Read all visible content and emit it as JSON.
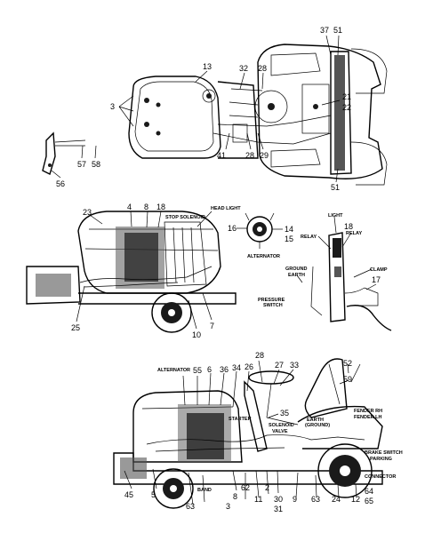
{
  "top_view": {
    "callouts": [
      "37",
      "51",
      "13",
      "32",
      "28",
      "3",
      "21",
      "22",
      "41",
      "28",
      "29",
      "51",
      "57",
      "58",
      "56"
    ]
  },
  "middle_left": {
    "callouts": [
      "23",
      "4",
      "8",
      "18",
      "25",
      "10",
      "7"
    ],
    "captions": [
      "STOP SOLENOID",
      "HEAD LIGHT"
    ]
  },
  "alternator_detail": {
    "callouts": [
      "16",
      "14",
      "15"
    ],
    "captions": [
      "ALTERNATOR"
    ]
  },
  "middle_right": {
    "callouts": [
      "18",
      "17"
    ],
    "captions": [
      "LIGHT",
      "RELAY",
      "RELAY",
      "GROUND",
      "EARTH",
      "PRESSURE",
      "SWITCH",
      "CLAMP"
    ]
  },
  "bottom_view": {
    "callouts": [
      "28",
      "52",
      "27",
      "33",
      "59",
      "55",
      "6",
      "36",
      "34",
      "26",
      "35",
      "45",
      "5",
      "8",
      "62",
      "11",
      "2",
      "30",
      "31",
      "9",
      "63",
      "24",
      "12",
      "64",
      "65",
      "63",
      "3"
    ],
    "captions": [
      "ALTERNATOR",
      "STARTER",
      "SOLENOID",
      "VALVE",
      "EARTH",
      "(GROUND)",
      "FENDER RH",
      "FENDER LH",
      "BRAKE SWITCH",
      "PARKING",
      "CONNECTOR",
      "BAND"
    ]
  }
}
